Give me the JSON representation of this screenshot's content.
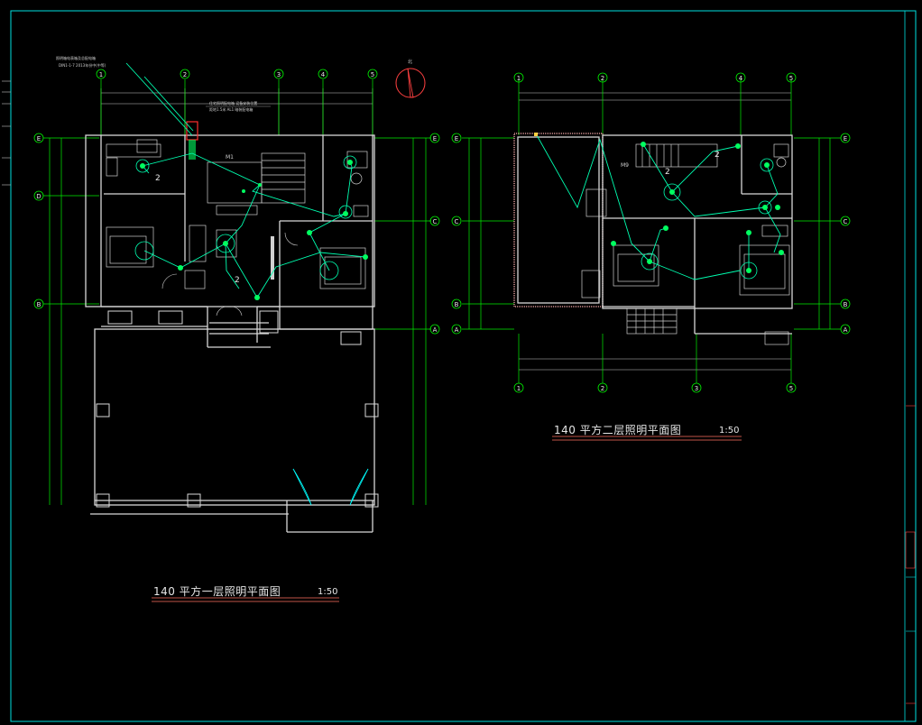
{
  "plan1": {
    "title": "140 平方一层照明平面图",
    "scale": "1:50",
    "notes": [
      "照明箱电表箱及总配电箱",
      "DIN1-1-7 2013年份中(中等)"
    ],
    "panel_label": "住宅照明配电箱 设备安装位置",
    "panel_note": "距地1.5米 AL1 暗装配电箱",
    "axes_cols": [
      "1",
      "2",
      "3",
      "4",
      "5"
    ],
    "axes_rows": [
      "E",
      "D",
      "C",
      "B",
      "A"
    ],
    "wire_labels": [
      "2",
      "2",
      "M1"
    ]
  },
  "plan2": {
    "title": "140 平方二层照明平面图",
    "scale": "1:50",
    "axes_cols": [
      "1",
      "2",
      "3",
      "4",
      "5"
    ],
    "axes_rows": [
      "E",
      "C",
      "B",
      "A"
    ],
    "wire_labels": [
      "2",
      "2",
      "M9"
    ]
  },
  "north_label": "北",
  "colors": {
    "background": "#000000",
    "walls": "#d8d8d8",
    "wiring": "#00ffb0",
    "axis": "#00ff00",
    "title_underline": "#ff7060",
    "frame": "#00ffff"
  }
}
